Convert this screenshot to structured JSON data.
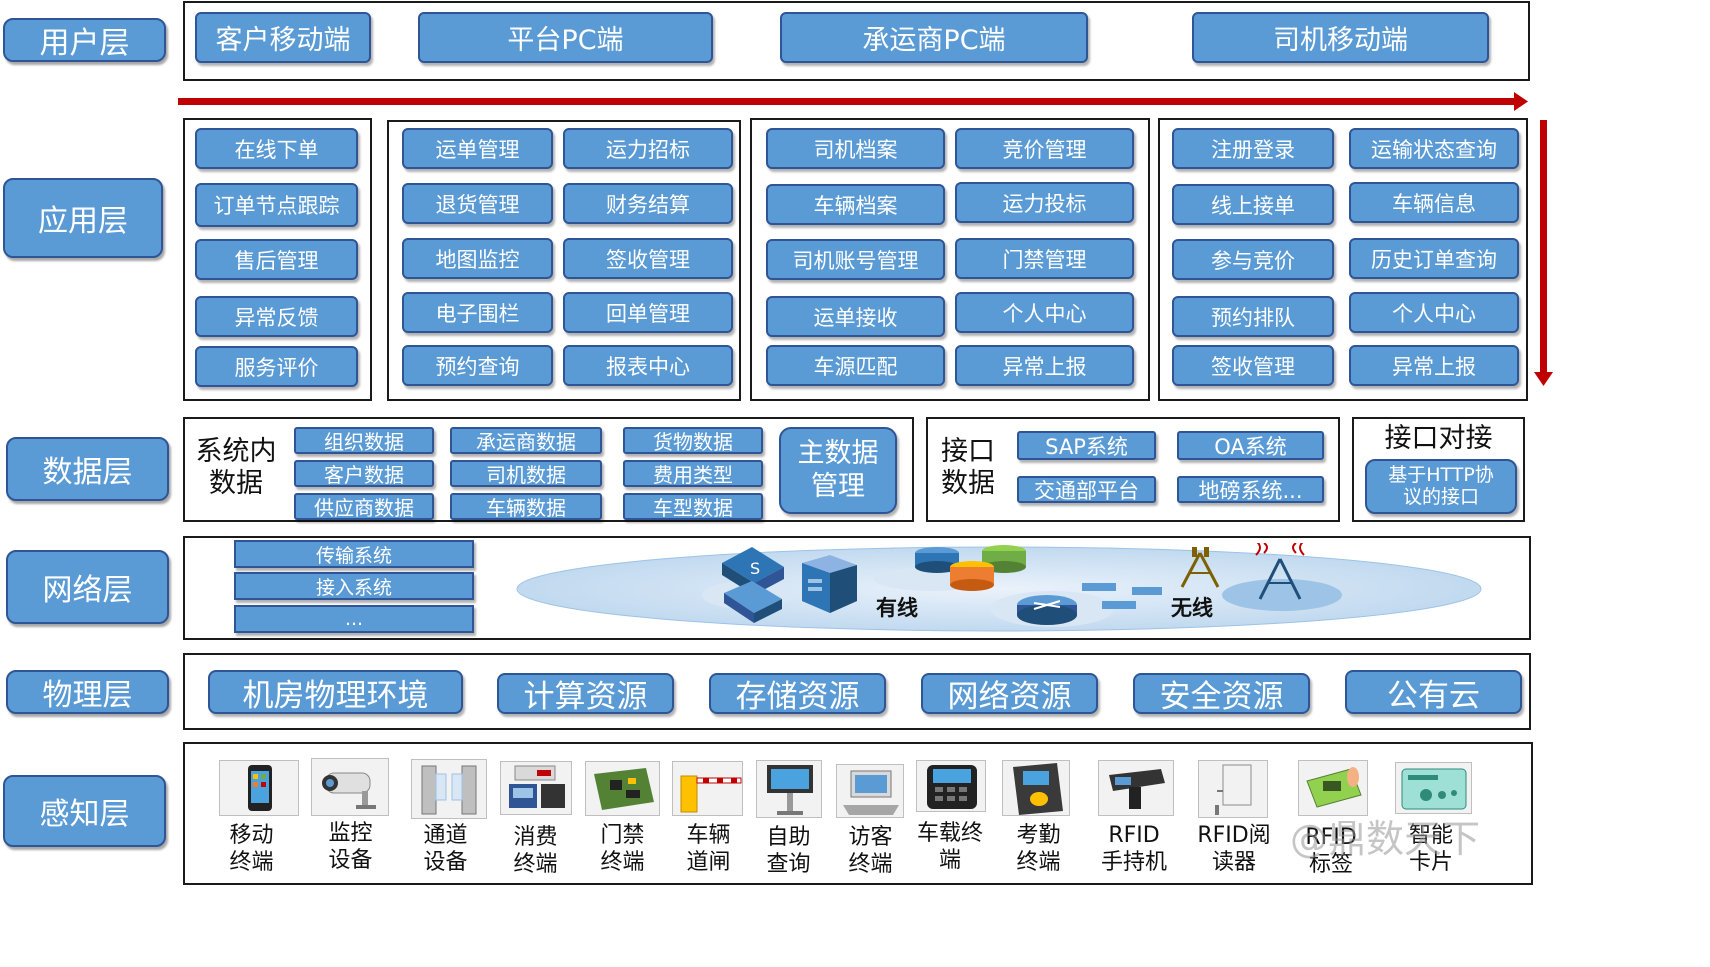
{
  "layers": {
    "user": "用户层",
    "app": "应用层",
    "data": "数据层",
    "network": "网络层",
    "physical": "物理层",
    "sensing": "感知层"
  },
  "user_layer": {
    "items": [
      "客户移动端",
      "平台PC端",
      "承运商PC端",
      "司机移动端"
    ]
  },
  "app_layer": {
    "customer": [
      "在线下单",
      "订单节点跟踪",
      "售后管理",
      "异常反馈",
      "服务评价"
    ],
    "platform": [
      "运单管理",
      "运力招标",
      "退货管理",
      "财务结算",
      "地图监控",
      "签收管理",
      "电子围栏",
      "回单管理",
      "预约查询",
      "报表中心"
    ],
    "carrier": [
      "司机档案",
      "竞价管理",
      "车辆档案",
      "运力投标",
      "司机账号管理",
      "门禁管理",
      "运单接收",
      "个人中心",
      "车源匹配",
      "异常上报"
    ],
    "driver": [
      "注册登录",
      "运输状态查询",
      "线上接单",
      "车辆信息",
      "参与竞价",
      "历史订单查询",
      "预约排队",
      "个人中心",
      "签收管理",
      "异常上报"
    ]
  },
  "data_layer": {
    "internal_label": "系统内数据",
    "internal_items": [
      "组织数据",
      "承运商数据",
      "货物数据",
      "客户数据",
      "司机数据",
      "费用类型",
      "供应商数据",
      "车辆数据",
      "车型数据"
    ],
    "master_data": "主数据管理",
    "interface_label": "接口数据",
    "interface_items": [
      "SAP系统",
      "OA系统",
      "交通部平台",
      "地磅系统..."
    ],
    "docking_title": "接口对接",
    "docking_item": "基于HTTP协议的接口"
  },
  "network_layer": {
    "systems": [
      "传输系统",
      "接入系统",
      "..."
    ],
    "wired": "有线",
    "wireless": "无线"
  },
  "physical_layer": {
    "items": [
      "机房物理环境",
      "计算资源",
      "存储资源",
      "网络资源",
      "安全资源",
      "公有云"
    ]
  },
  "sensing_layer": {
    "devices": [
      {
        "line1": "移动",
        "line2": "终端",
        "icon": "mobile-phone-icon"
      },
      {
        "line1": "监控",
        "line2": "设备",
        "icon": "cctv-camera-icon"
      },
      {
        "line1": "通道",
        "line2": "设备",
        "icon": "turnstile-gate-icon"
      },
      {
        "line1": "消费",
        "line2": "终端",
        "icon": "payment-terminal-icon"
      },
      {
        "line1": "门禁",
        "line2": "终端",
        "icon": "access-board-icon"
      },
      {
        "line1": "车辆",
        "line2": "道闸",
        "icon": "barrier-gate-icon"
      },
      {
        "line1": "自助",
        "line2": "查询",
        "icon": "kiosk-icon"
      },
      {
        "line1": "访客",
        "line2": "终端",
        "icon": "visitor-terminal-icon"
      },
      {
        "line1": "车载终",
        "line2": "端",
        "icon": "vehicle-terminal-icon"
      },
      {
        "line1": "考勤",
        "line2": "终端",
        "icon": "attendance-terminal-icon"
      },
      {
        "line1": "RFID",
        "line2": "手持机",
        "icon": "rfid-handheld-icon"
      },
      {
        "line1": "RFID阅",
        "line2": "读器",
        "icon": "rfid-reader-icon"
      },
      {
        "line1": "RFID",
        "line2": "标签",
        "icon": "rfid-tag-icon"
      },
      {
        "line1": "智能",
        "line2": "卡片",
        "icon": "smart-card-icon"
      }
    ]
  },
  "watermark": "@鼎数天下",
  "colors": {
    "box_fill": "#5b9bd5",
    "box_border": "#2f5597",
    "arrow": "#c00000",
    "cloud": "#bdd7ee"
  }
}
